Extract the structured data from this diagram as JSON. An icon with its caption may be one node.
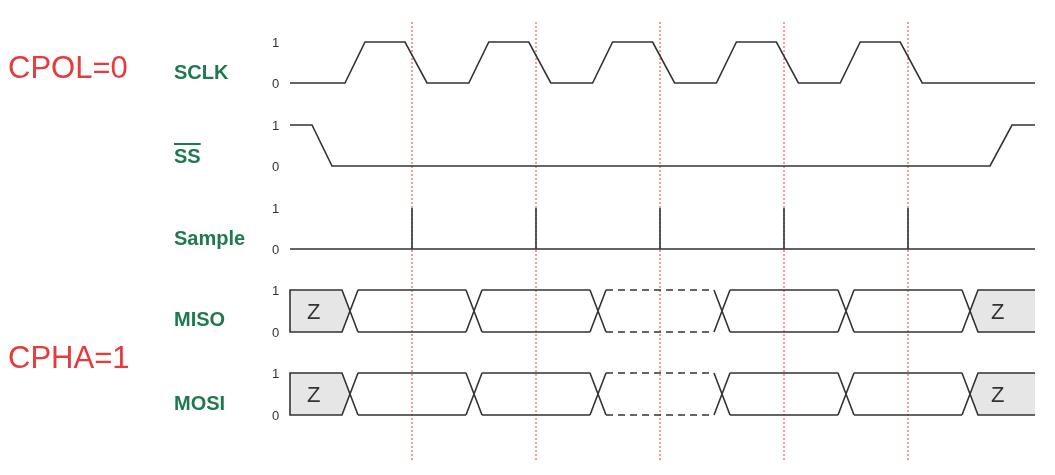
{
  "diagram": {
    "labels": [
      "CPOL=0",
      "1",
      "SCLK",
      "0",
      "1",
      "SS",
      "0",
      "1",
      "Sample",
      "0",
      "1",
      "MISO",
      "0",
      "Z",
      "Z",
      "CPHA=1",
      "1",
      "MOSI",
      "0",
      "Z",
      "Z"
    ]
  }
}
